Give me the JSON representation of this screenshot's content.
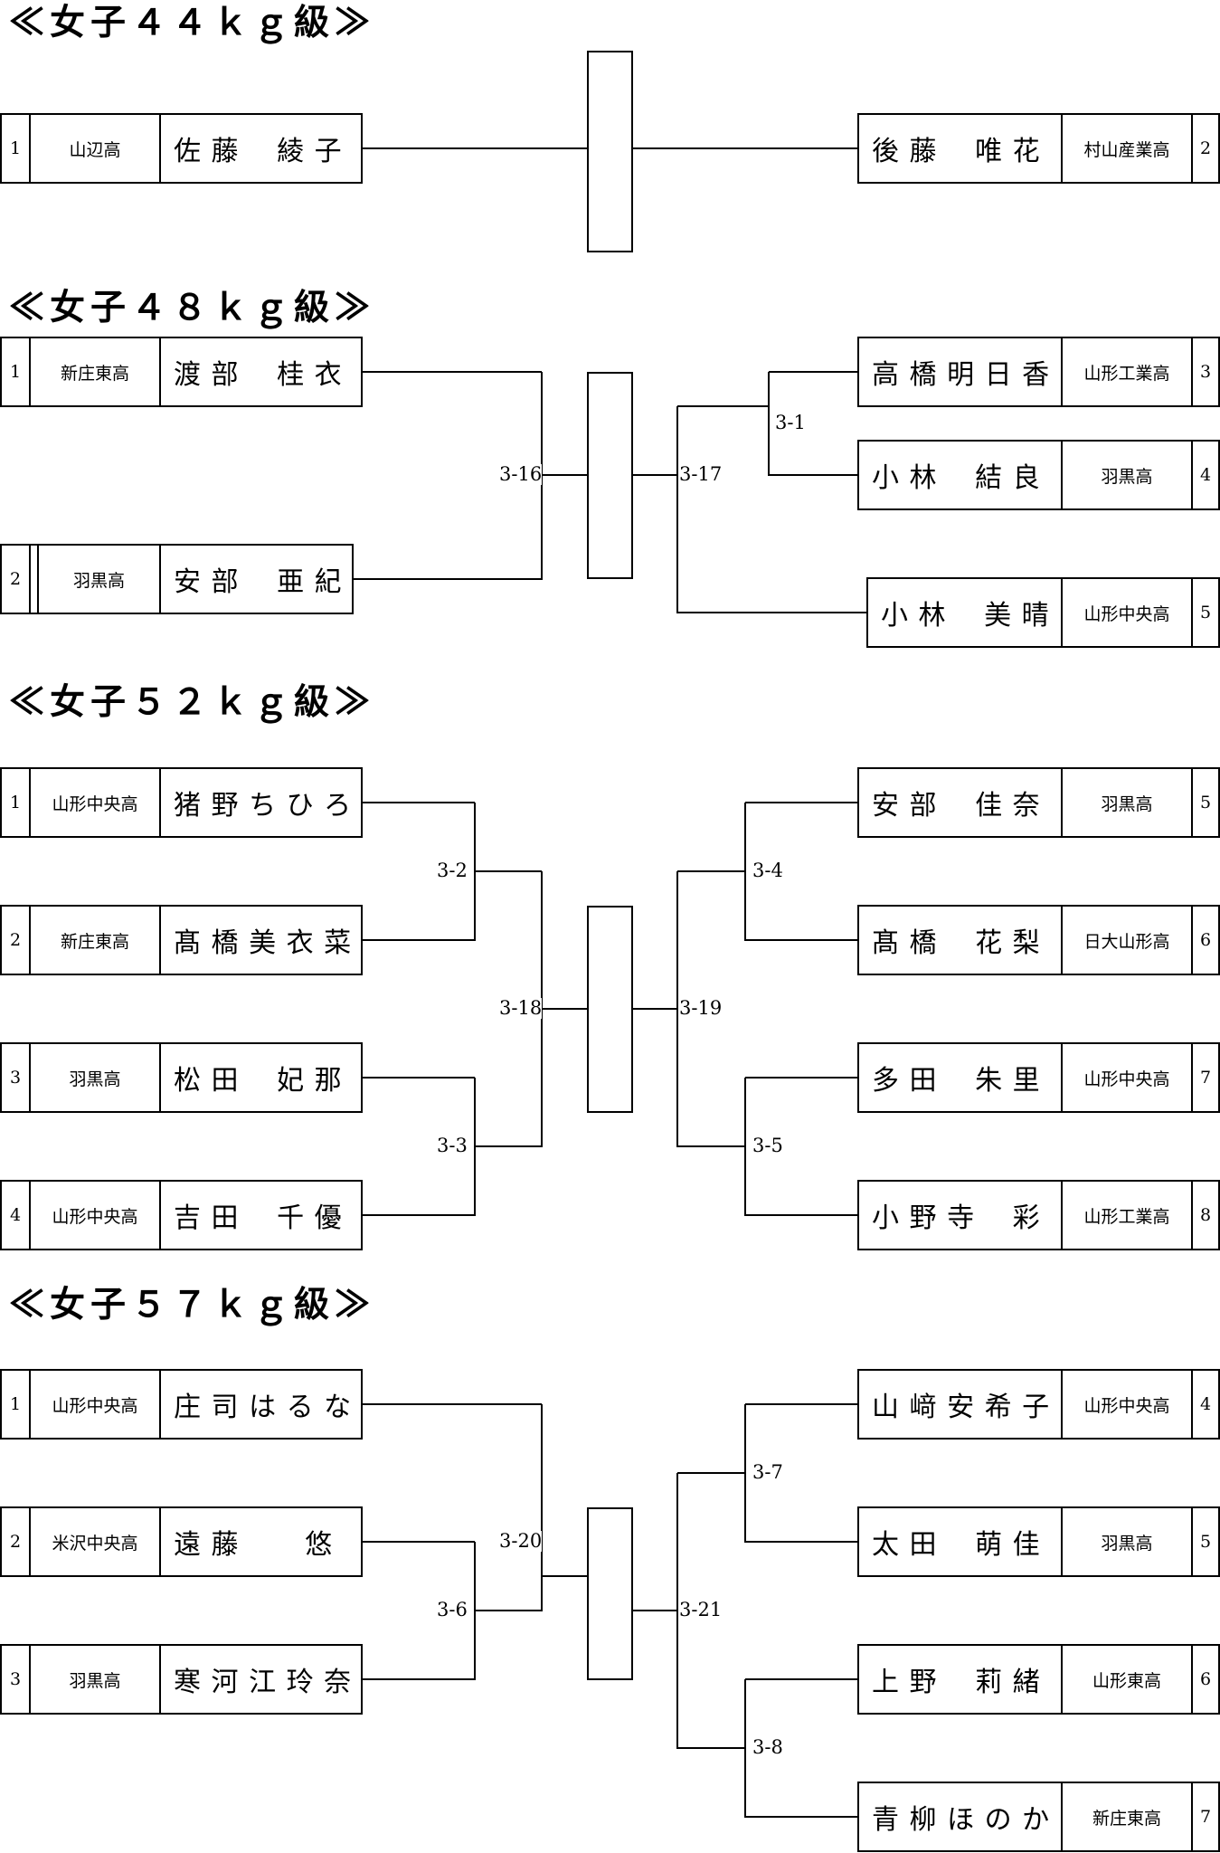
{
  "brackets": [
    {
      "title": "≪女子４４ｋｇ級≫",
      "left": [
        {
          "seed": "1",
          "school": "山辺高",
          "name": "佐 藤　 綾 子"
        }
      ],
      "right": [
        {
          "seed": "2",
          "school": "村山産業高",
          "name": "後 藤　 唯 花"
        }
      ],
      "matches": []
    },
    {
      "title": "≪女子４８ｋｇ級≫",
      "left": [
        {
          "seed": "1",
          "school": "新庄東高",
          "name": "渡 部　 桂 衣"
        },
        {
          "seed": "2",
          "school": "羽黒高",
          "name": "安 部　 亜 紀"
        }
      ],
      "right": [
        {
          "seed": "3",
          "school": "山形工業高",
          "name": "高 橋 明 日 香"
        },
        {
          "seed": "4",
          "school": "羽黒高",
          "name": "小 林　 結 良"
        },
        {
          "seed": "5",
          "school": "山形中央高",
          "name": "小 林　 美 晴"
        }
      ],
      "matches": [
        "3-16",
        "3-17",
        "3-1"
      ]
    },
    {
      "title": "≪女子５２ｋｇ級≫",
      "left": [
        {
          "seed": "1",
          "school": "山形中央高",
          "name": "猪 野 ち ひ ろ"
        },
        {
          "seed": "2",
          "school": "新庄東高",
          "name": "髙 橋 美 衣 菜"
        },
        {
          "seed": "3",
          "school": "羽黒高",
          "name": "松 田　 妃 那"
        },
        {
          "seed": "4",
          "school": "山形中央高",
          "name": "吉 田　 千 優"
        }
      ],
      "right": [
        {
          "seed": "5",
          "school": "羽黒高",
          "name": "安 部　 佳 奈"
        },
        {
          "seed": "6",
          "school": "日大山形高",
          "name": "髙 橋　 花 梨"
        },
        {
          "seed": "7",
          "school": "山形中央高",
          "name": "多 田　 朱 里"
        },
        {
          "seed": "8",
          "school": "山形工業高",
          "name": "小 野 寺　 彩"
        }
      ],
      "matches": [
        "3-2",
        "3-3",
        "3-18",
        "3-19",
        "3-4",
        "3-5"
      ]
    },
    {
      "title": "≪女子５７ｋｇ級≫",
      "left": [
        {
          "seed": "1",
          "school": "山形中央高",
          "name": "庄 司 は る な"
        },
        {
          "seed": "2",
          "school": "米沢中央高",
          "name": "遠 藤　　 悠"
        },
        {
          "seed": "3",
          "school": "羽黒高",
          "name": "寒 河 江 玲 奈"
        }
      ],
      "right": [
        {
          "seed": "4",
          "school": "山形中央高",
          "name": "山 﨑 安 希 子"
        },
        {
          "seed": "5",
          "school": "羽黒高",
          "name": "太 田　 萌 佳"
        },
        {
          "seed": "6",
          "school": "山形東高",
          "name": "上 野　 莉 緒"
        },
        {
          "seed": "7",
          "school": "新庄東高",
          "name": "青 柳 ほ の か"
        }
      ],
      "matches": [
        "3-20",
        "3-6",
        "3-21",
        "3-7",
        "3-8"
      ]
    }
  ]
}
